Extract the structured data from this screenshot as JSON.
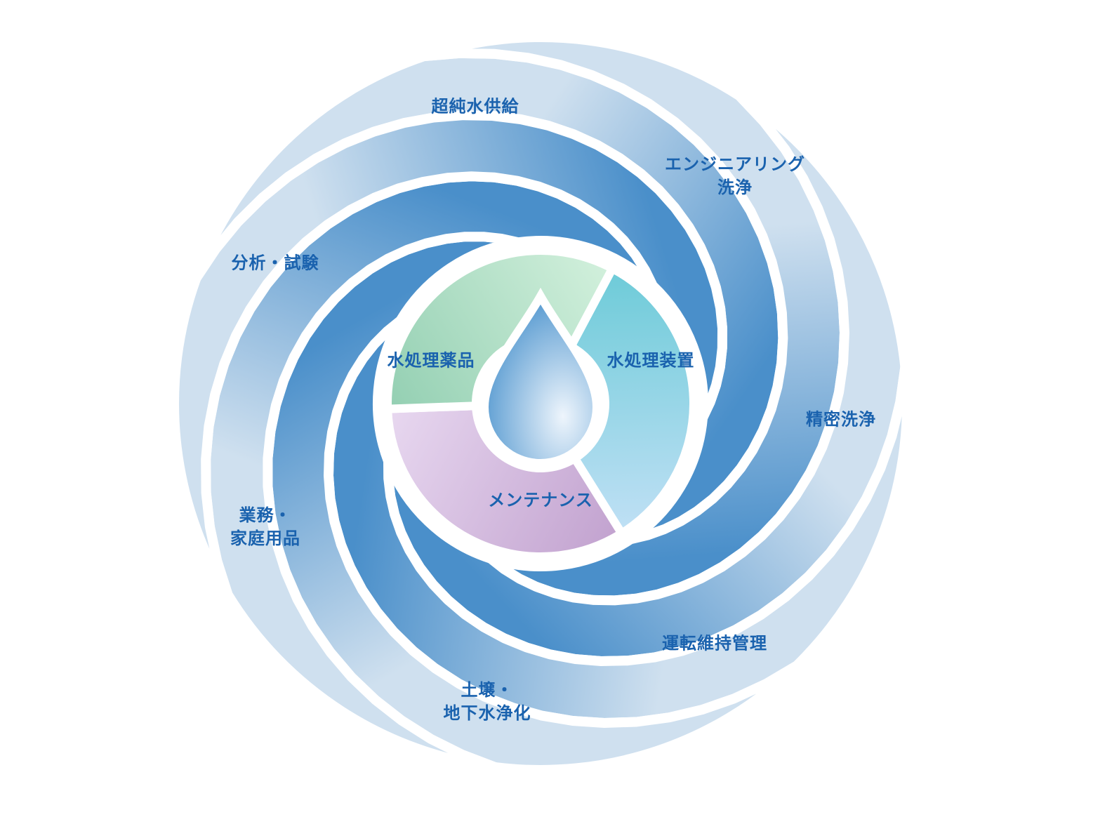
{
  "outer_services": [
    {
      "id": "ultrapure",
      "lines": [
        "超純水供給"
      ]
    },
    {
      "id": "engineering",
      "lines": [
        "エンジニアリング",
        "洗浄"
      ]
    },
    {
      "id": "precision",
      "lines": [
        "精密洗浄"
      ]
    },
    {
      "id": "operation",
      "lines": [
        "運転維持管理"
      ]
    },
    {
      "id": "soil",
      "lines": [
        "土壌・",
        "地下水浄化"
      ]
    },
    {
      "id": "household",
      "lines": [
        "業務・",
        "家庭用品"
      ]
    },
    {
      "id": "analysis",
      "lines": [
        "分析・試験"
      ]
    }
  ],
  "core": {
    "chemicals": "水処理薬品",
    "equipment": "水処理装置",
    "maintenance": "メンテナンス"
  },
  "colors": {
    "blade_light": "#cfe0ef",
    "blade_dark": "#4a8fca",
    "text": "#1a62ae",
    "green_light": "#d2f0dc",
    "green_dark": "#93cfb2",
    "blue_light": "#c0e0f5",
    "blue_dark": "#6dcbd8",
    "purple_light": "#e8d8f0",
    "purple_dark": "#c2a2cf"
  }
}
